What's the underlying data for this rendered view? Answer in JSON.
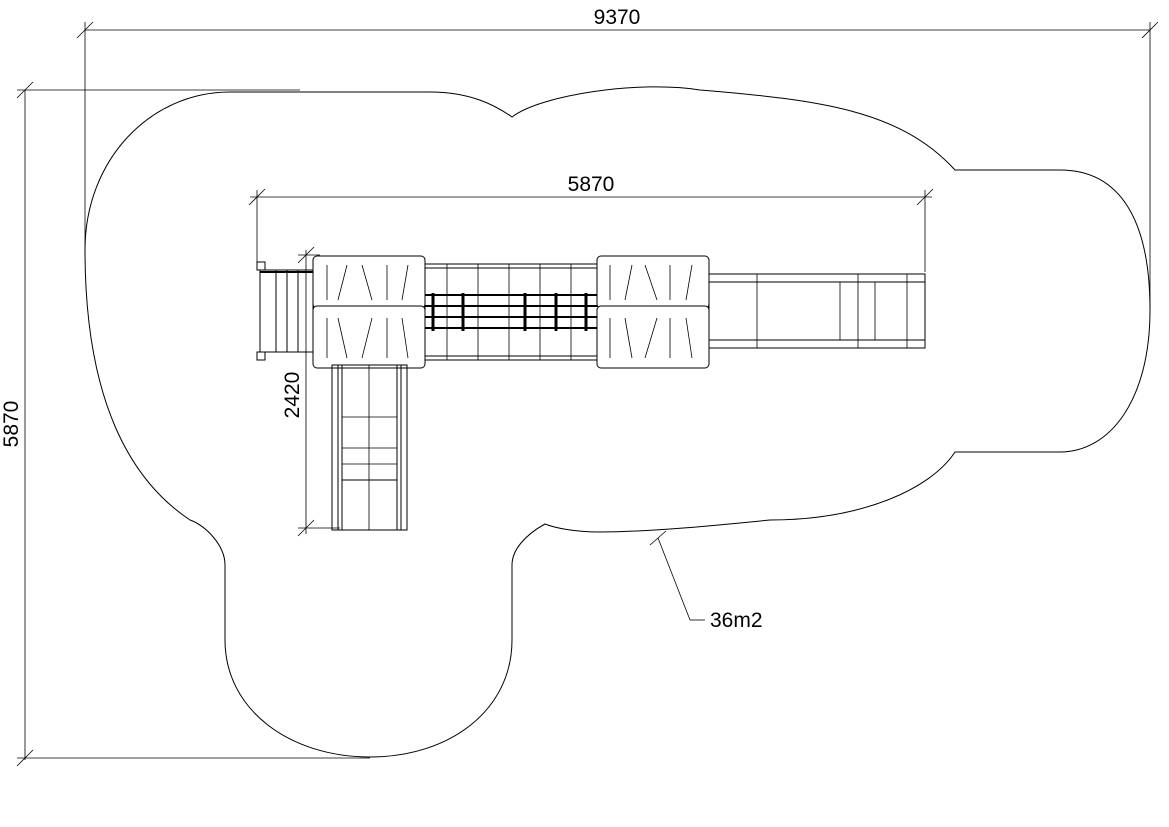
{
  "drawing": {
    "dimensions": {
      "overall_width": "9370",
      "overall_depth": "5870",
      "structure_length": "5870",
      "slide_projection": "2420"
    },
    "area_label": "36m2",
    "colors": {
      "line": "#000000",
      "background": "#ffffff"
    }
  }
}
